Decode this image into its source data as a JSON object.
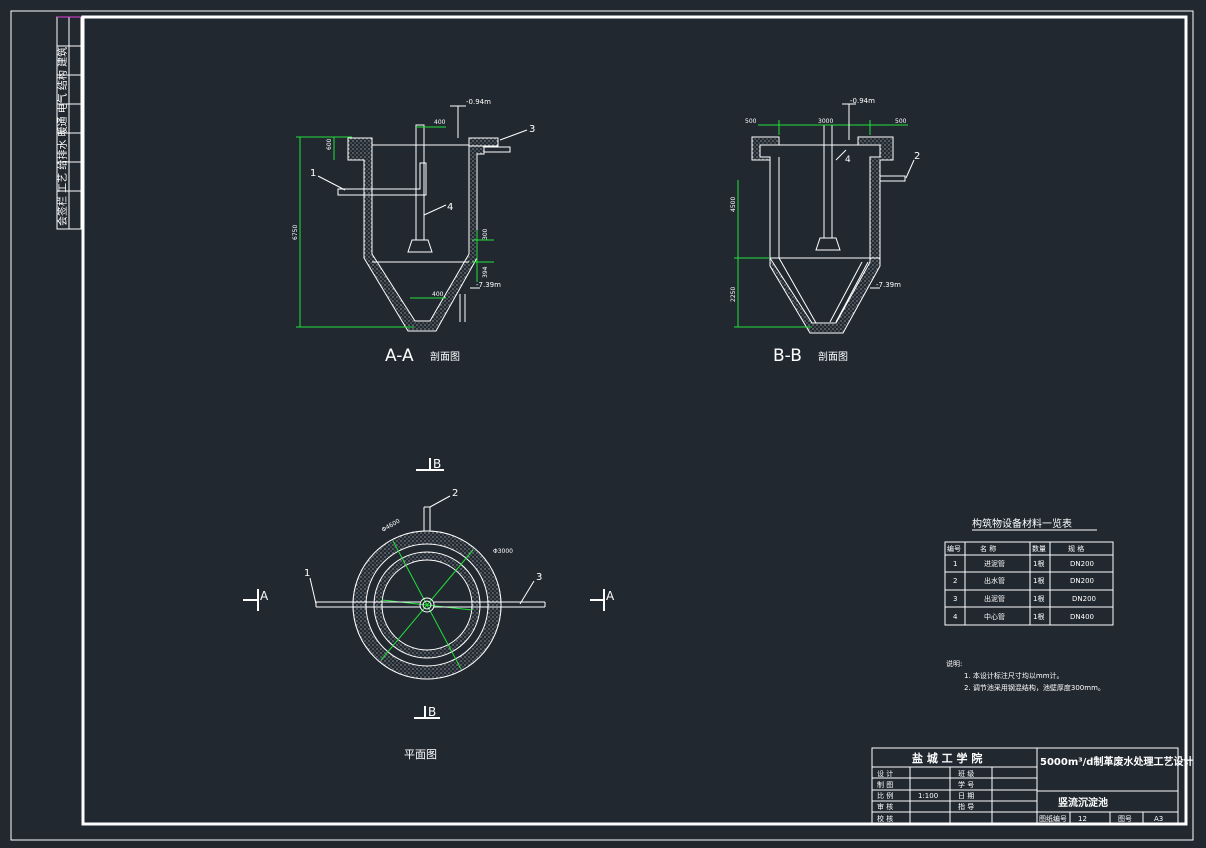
{
  "sheet": {
    "side_label": "会签栏 工艺 给排水 暖通 电气 结构 建筑",
    "section_aa": {
      "title": "A-A",
      "suffix": "剖面图",
      "elev_top": "-0.94m",
      "elev_bottom": "-7.39m",
      "dims": {
        "d400a": "400",
        "d600": "600",
        "d6750": "6750",
        "d300": "300",
        "d394": "394",
        "d400b": "400"
      },
      "callouts": [
        "1",
        "3",
        "4"
      ]
    },
    "section_bb": {
      "title": "B-B",
      "suffix": "剖面图",
      "elev_top": "-0.94m",
      "elev_bottom": "-7.39m",
      "dims": {
        "d500a": "500",
        "d3000": "3000",
        "d500b": "500",
        "d4500": "4500",
        "d2250": "2250"
      },
      "callouts": [
        "2",
        "4"
      ]
    },
    "plan": {
      "title": "平面图",
      "cut_a": "A",
      "cut_b": "B",
      "dia_outer": "Φ4600",
      "dia_inner": "Φ3000",
      "callouts": [
        "1",
        "2",
        "3"
      ]
    },
    "material_table": {
      "title": "构筑物设备材料一览表",
      "headers": [
        "编号",
        "名  称",
        "数量",
        "规  格"
      ],
      "rows": [
        [
          "1",
          "进泥管",
          "1根",
          "DN200"
        ],
        [
          "2",
          "出水管",
          "1根",
          "DN200"
        ],
        [
          "3",
          "出泥管",
          "1根",
          "DN200"
        ],
        [
          "4",
          "中心管",
          "1根",
          "DN400"
        ]
      ]
    },
    "notes": {
      "heading": "说明:",
      "items": [
        "1. 本设计标注尺寸均以mm计。",
        "2. 调节池采用钢混结构，池壁厚度300mm。"
      ]
    },
    "title_block": {
      "school": "盐 城 工 学 院",
      "project": "5000m³/d制革废水处理工艺设计",
      "drawing": "竖流沉淀池",
      "rows": [
        [
          "设  计",
          "",
          "班  级",
          ""
        ],
        [
          "制  图",
          "",
          "学  号",
          ""
        ],
        [
          "比  例",
          "1:100",
          "日  期",
          ""
        ],
        [
          "审  核",
          "",
          "指  导",
          ""
        ],
        [
          "校  核",
          "",
          "图纸编号",
          "12",
          "图号",
          "A3"
        ]
      ]
    }
  }
}
